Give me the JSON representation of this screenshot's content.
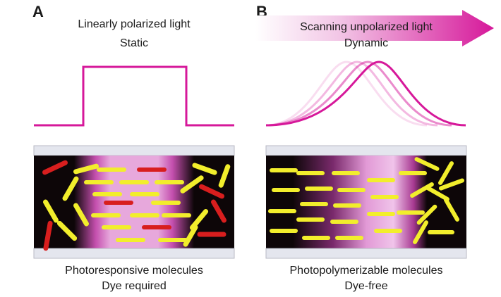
{
  "panels": {
    "a": {
      "letter": "A",
      "title": "Linearly polarized light",
      "subtitle": "Static",
      "caption_line1": "Photoresponsive molecules",
      "caption_line2": "Dye required"
    },
    "b": {
      "letter": "B",
      "title": "Scanning unpolarized light",
      "subtitle": "Dynamic",
      "caption_line1": "Photopolymerizable molecules",
      "caption_line2": "Dye-free"
    }
  },
  "colors": {
    "magenta": "#d6189a",
    "rod_yellow": "#f2ee2c",
    "rod_red": "#d81e1e",
    "cell_dark": "#0d0608",
    "glass": "#e4e6ee"
  }
}
